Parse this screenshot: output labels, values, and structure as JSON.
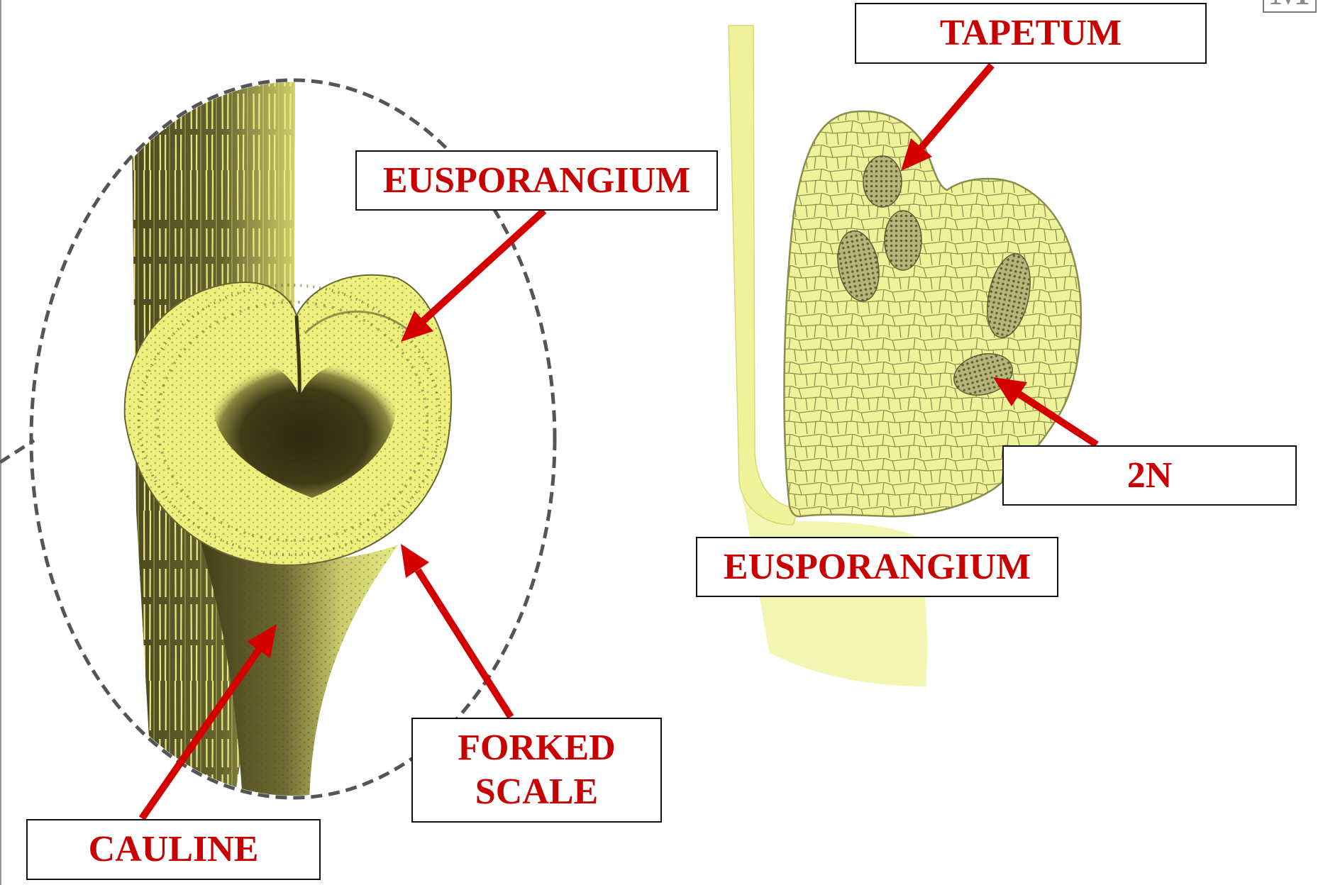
{
  "labels": {
    "tapetum": "TAPETUM",
    "eusporangium_top": "EUSPORANGIUM",
    "two_n": "2N",
    "eusporangium_bottom": "EUSPORANGIUM",
    "forked_scale": [
      "FORKED",
      "SCALE"
    ],
    "cauline": "CAULINE"
  },
  "corner_mark": "M",
  "colors": {
    "label_text": "#c80000",
    "arrow": "#d40000",
    "box_border": "#111111"
  }
}
